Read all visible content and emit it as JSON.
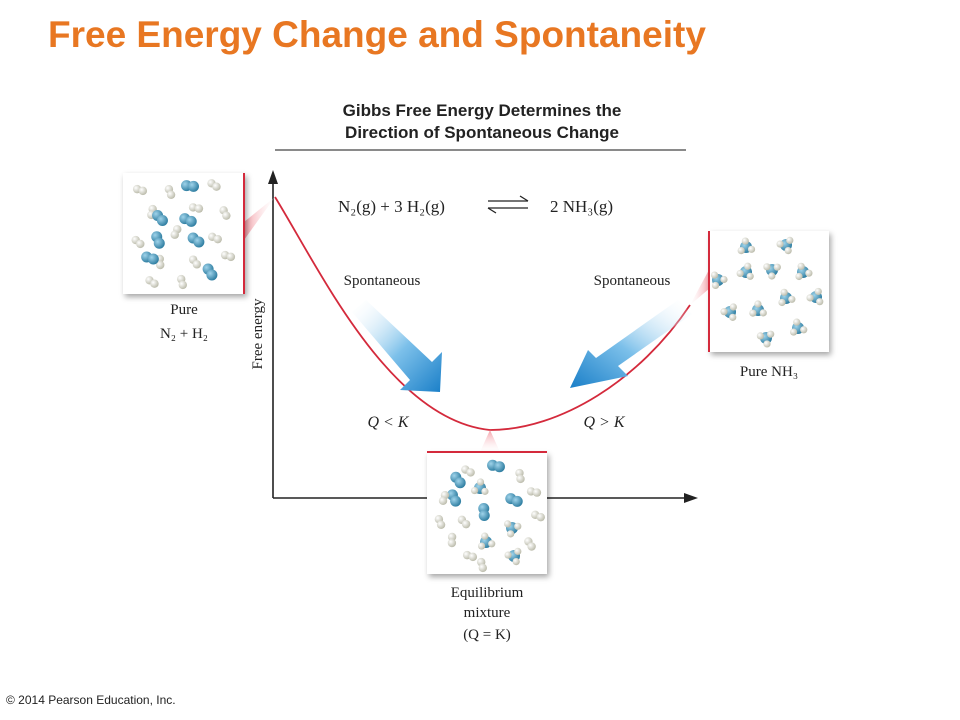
{
  "slide": {
    "title": "Free Energy Change and Spontaneity",
    "copyright": "© 2014 Pearson Education, Inc."
  },
  "diagram": {
    "heading_line1": "Gibbs Free Energy Determines the",
    "heading_line2": "Direction of Spontaneous Change",
    "equation": {
      "left": "N₂(g) + 3 H₂(g)",
      "right": "2 NH₃(g)"
    },
    "y_axis_label": "Free energy",
    "left_arrow_label": "Spontaneous",
    "right_arrow_label": "Spontaneous",
    "q_less_k": "Q < K",
    "q_greater_k": "Q > K",
    "left_box_caption_line1": "Pure",
    "left_box_caption_line2": "N₂ + H₂",
    "right_box_caption": "Pure NH₃",
    "bottom_box_caption_line1": "Equilibrium",
    "bottom_box_caption_line2": "mixture",
    "bottom_box_caption_line3": "(Q = K)"
  },
  "colors": {
    "title": "#e87722",
    "curve": "#d42a3c",
    "arrow": "#1a7fc8",
    "molecule_n": "#3a8fb5",
    "molecule_h": "#e8e8dc"
  }
}
